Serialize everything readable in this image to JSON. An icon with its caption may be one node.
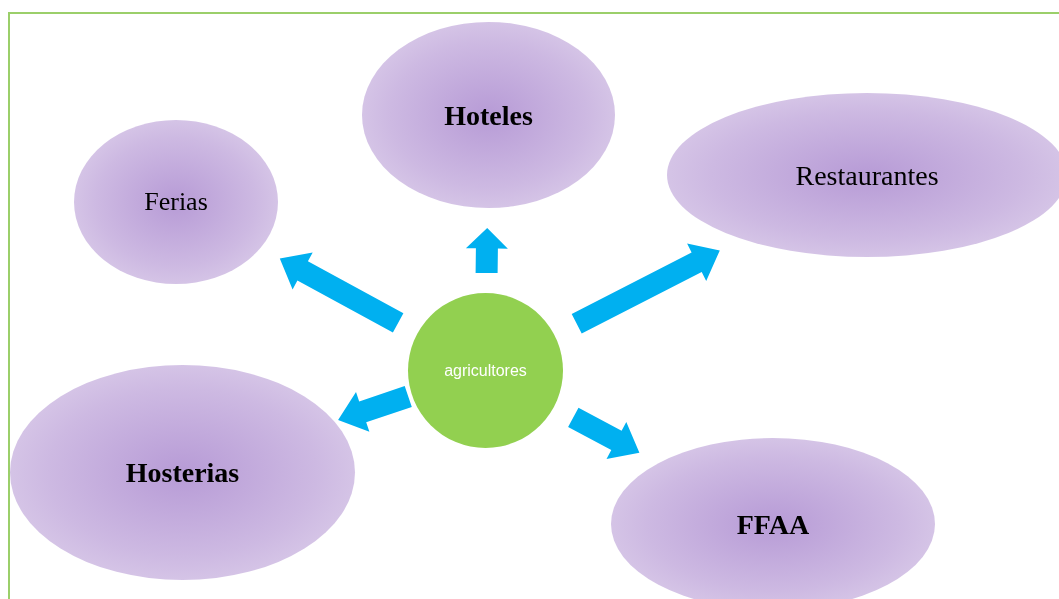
{
  "diagram": {
    "nodes": [
      {
        "text": [
          "Hoteles"
        ]
      },
      {
        "text": [
          "Ferias"
        ]
      },
      {
        "text": [
          "Restaurantes"
        ]
      },
      {
        "text": [
          "agricultores"
        ]
      },
      {
        "text": [
          "Hosterias"
        ]
      },
      {
        "text": [
          "FFAA"
        ]
      }
    ],
    "edges": [
      {
        "from": 3,
        "to": 0,
        "arrow": "to"
      },
      {
        "from": 3,
        "to": 1,
        "arrow": "to"
      },
      {
        "from": 3,
        "to": 2,
        "arrow": "to"
      },
      {
        "from": 3,
        "to": 4,
        "arrow": "to"
      },
      {
        "from": 3,
        "to": 5,
        "arrow": "to"
      }
    ]
  }
}
